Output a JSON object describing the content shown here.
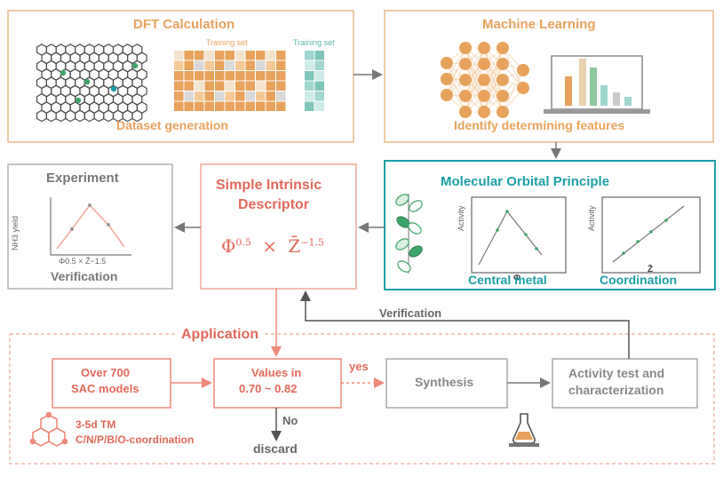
{
  "colors": {
    "orange": "#E8A25C",
    "salmon": "#EF8A7A",
    "red_text": "#E2685A",
    "teal": "#1C9FA6",
    "gray": "#8A8A8A",
    "dark": "#555555",
    "green_node": "#3FA66B",
    "teal_light": "#9FD6CF"
  },
  "dft": {
    "title": "DFT Calculation",
    "training_set_1": "Training set",
    "training_set_2": "Training set",
    "subtitle": "Dataset generation"
  },
  "ml": {
    "title": "Machine Learning",
    "subtitle": "Identify determining features"
  },
  "mop": {
    "title": "Molecular Orbital Principle",
    "chart1_ylabel": "Activity",
    "chart1_xlabel": "Φ",
    "chart1_caption": "Central metal",
    "chart2_ylabel": "Activity",
    "chart2_xlabel": "Z̄",
    "chart2_caption": "Coordination"
  },
  "descriptor": {
    "title_line1": "Simple Intrinsic",
    "title_line2": "Descriptor",
    "formula_base1": "Φ",
    "formula_exp1": "0.5",
    "formula_times": "×",
    "formula_base2": "Z̄",
    "formula_exp2": "−1.5"
  },
  "experiment": {
    "title": "Experiment",
    "ylabel": "NH3 yield",
    "xlabel": "Φ0.5 × Z̄−1.5",
    "caption": "Verification"
  },
  "application": {
    "label": "Application",
    "verification_label": "Verification",
    "sac_line1": "Over 700",
    "sac_line2": "SAC models",
    "tm_line1": "3-5d TM",
    "tm_line2": "C/N/P/B/O-coordination",
    "values_line1": "Values in",
    "values_line2": "0.70 ~ 0.82",
    "yes": "yes",
    "no": "No",
    "discard": "discard",
    "synthesis": "Synthesis",
    "activity_line1": "Activity test and",
    "activity_line2": "characterization"
  }
}
